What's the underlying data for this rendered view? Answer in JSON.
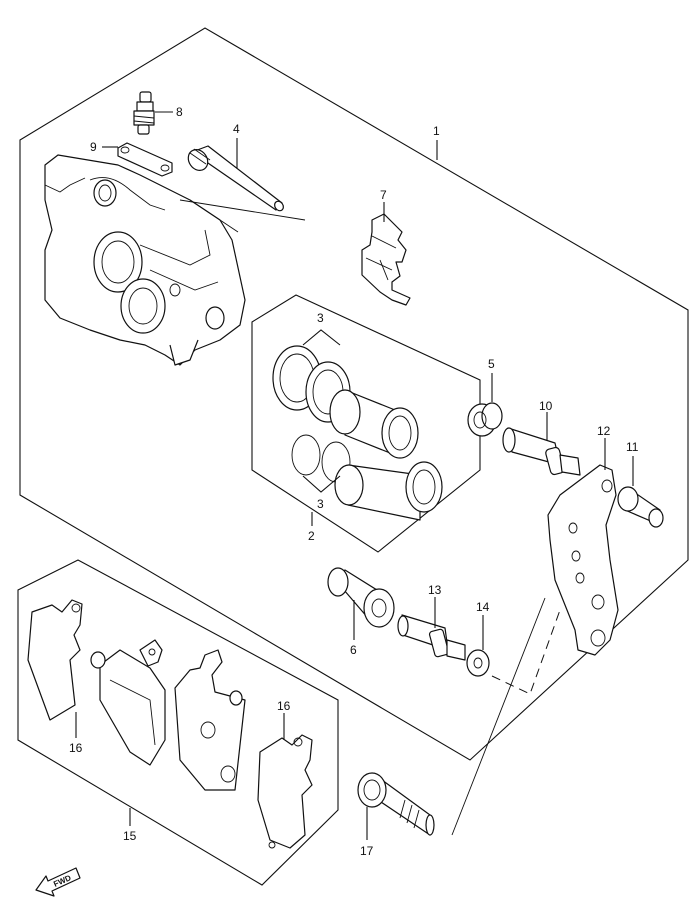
{
  "diagram": {
    "labels": {
      "p1": "1",
      "p2": "2",
      "p3a": "3",
      "p3b": "3",
      "p4": "4",
      "p5": "5",
      "p6": "6",
      "p7": "7",
      "p8": "8",
      "p9": "9",
      "p10": "10",
      "p11": "11",
      "p12": "12",
      "p13": "13",
      "p14": "14",
      "p15": "15",
      "p16a": "16",
      "p16b": "16",
      "p17": "17"
    },
    "fwd_text": "FWD"
  }
}
